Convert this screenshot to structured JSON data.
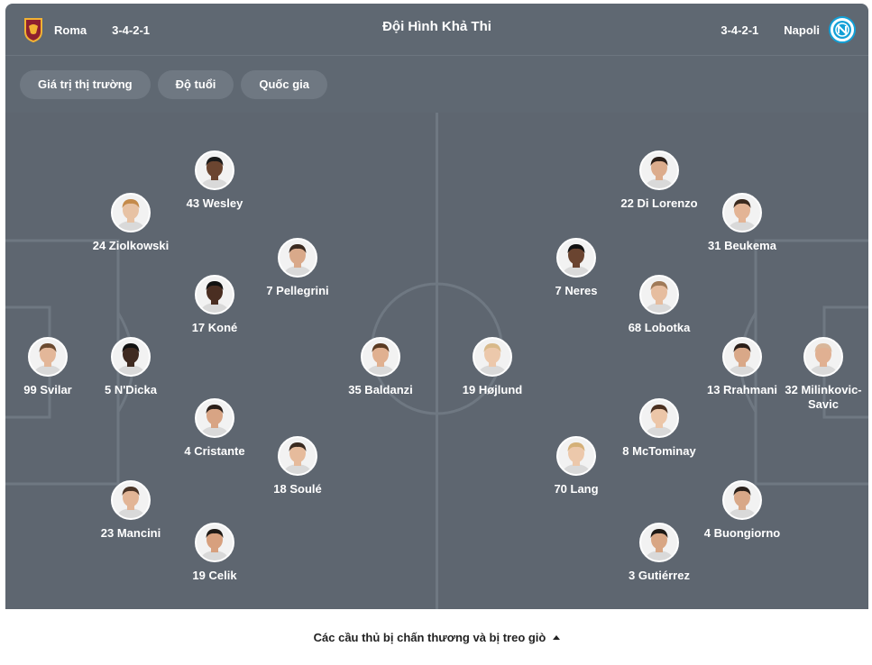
{
  "header": {
    "title": "Đội Hình Khả Thi",
    "home": {
      "name": "Roma",
      "formation": "3-4-2-1",
      "logo": "roma-crest-icon"
    },
    "away": {
      "name": "Napoli",
      "formation": "3-4-2-1",
      "logo": "napoli-crest-icon"
    }
  },
  "filters": [
    {
      "label": "Giá trị thị trường"
    },
    {
      "label": "Độ tuổi"
    },
    {
      "label": "Quốc gia"
    }
  ],
  "home_players": [
    {
      "label": "43 Wesley",
      "skin": "#6b4530",
      "hair": "#1a1a1a"
    },
    {
      "label": "24 Ziolkowski",
      "skin": "#e7c2a4",
      "hair": "#c48a4a"
    },
    {
      "label": "7 Pellegrini",
      "skin": "#d9a98a",
      "hair": "#3a2a20"
    },
    {
      "label": "17 Koné",
      "skin": "#4a2e22",
      "hair": "#111111"
    },
    {
      "label": "99 Svilar",
      "skin": "#e3b799",
      "hair": "#6b4a30"
    },
    {
      "label": "5 N'Dicka",
      "skin": "#3f2a20",
      "hair": "#111111"
    },
    {
      "label": "35 Baldanzi",
      "skin": "#e0b090",
      "hair": "#5a3a22"
    },
    {
      "label": "4 Cristante",
      "skin": "#d8a484",
      "hair": "#2a1e18"
    },
    {
      "label": "18 Soulé",
      "skin": "#e6bb9c",
      "hair": "#3a2a20"
    },
    {
      "label": "23 Mancini",
      "skin": "#e2b596",
      "hair": "#4a3426"
    },
    {
      "label": "19 Celik",
      "skin": "#d7a07e",
      "hair": "#1f1a16"
    }
  ],
  "away_players": [
    {
      "label": "22 Di Lorenzo",
      "skin": "#dcac8c",
      "hair": "#2a1e18"
    },
    {
      "label": "31 Beukema",
      "skin": "#e3b495",
      "hair": "#3b2a1e"
    },
    {
      "label": "7 Neres",
      "skin": "#6a4430",
      "hair": "#111111"
    },
    {
      "label": "68 Lobotka",
      "skin": "#e6bd9f",
      "hair": "#a07a58"
    },
    {
      "label": "19 Højlund",
      "skin": "#ecc8ab",
      "hair": "#d8b98a"
    },
    {
      "label": "13 Rrahmani",
      "skin": "#d9a888",
      "hair": "#2a1e18"
    },
    {
      "label": "32 Milinkovic-Savic",
      "skin": "#e0b092",
      "hair": "#d8b69a"
    },
    {
      "label": "8 McTominay",
      "skin": "#ecc6a8",
      "hair": "#4a3020"
    },
    {
      "label": "70 Lang",
      "skin": "#ecc8ab",
      "hair": "#d4b078"
    },
    {
      "label": "4 Buongiorno",
      "skin": "#d8a888",
      "hair": "#2a201a"
    },
    {
      "label": "3 Gutiérrez",
      "skin": "#d8a684",
      "hair": "#1e1a16"
    }
  ],
  "footer": {
    "label": "Các cầu thủ bị chấn thương và bị treo giò",
    "icon": "caret-up-icon"
  }
}
